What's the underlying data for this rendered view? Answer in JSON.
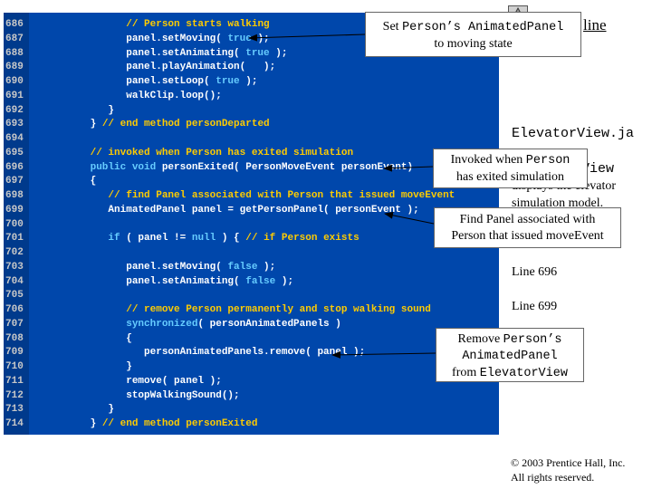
{
  "code": {
    "line_numbers": [
      "686",
      "687",
      "688",
      "689",
      "690",
      "691",
      "692",
      "693",
      "694",
      "695",
      "696",
      "697",
      "698",
      "699",
      "700",
      "701",
      "702",
      "703",
      "704",
      "705",
      "706",
      "707",
      "708",
      "709",
      "710",
      "711",
      "712",
      "713",
      "714"
    ],
    "lines": [
      [
        {
          "t": "            "
        },
        {
          "t": "// Person starts walking",
          "c": "c"
        }
      ],
      [
        {
          "t": "            panel.setMoving( "
        },
        {
          "t": "true",
          "c": "k"
        },
        {
          "t": " );"
        }
      ],
      [
        {
          "t": "            panel.setAnimating( "
        },
        {
          "t": "true",
          "c": "k"
        },
        {
          "t": " );"
        }
      ],
      [
        {
          "t": "            panel.playAnimation(   );"
        }
      ],
      [
        {
          "t": "            panel.setLoop( "
        },
        {
          "t": "true",
          "c": "k"
        },
        {
          "t": " );"
        }
      ],
      [
        {
          "t": "            walkClip.loop();"
        }
      ],
      [
        {
          "t": "         }"
        }
      ],
      [
        {
          "t": "      } "
        },
        {
          "t": "// end method personDeparted",
          "c": "c"
        }
      ],
      [
        {
          "t": ""
        }
      ],
      [
        {
          "t": "      "
        },
        {
          "t": "// invoked when Person has exited simulation",
          "c": "c"
        }
      ],
      [
        {
          "t": "      "
        },
        {
          "t": "public void",
          "c": "k"
        },
        {
          "t": " personExited( PersonMoveEvent personEvent)"
        }
      ],
      [
        {
          "t": "      {"
        }
      ],
      [
        {
          "t": "         "
        },
        {
          "t": "// find Panel associated with Person that issued moveEvent",
          "c": "c"
        }
      ],
      [
        {
          "t": "         AnimatedPanel panel = getPersonPanel( personEvent );"
        }
      ],
      [
        {
          "t": ""
        }
      ],
      [
        {
          "t": "         "
        },
        {
          "t": "if",
          "c": "k"
        },
        {
          "t": " ( panel != "
        },
        {
          "t": "null",
          "c": "k"
        },
        {
          "t": " ) { "
        },
        {
          "t": "// if Person exists",
          "c": "c"
        }
      ],
      [
        {
          "t": ""
        }
      ],
      [
        {
          "t": "            panel.setMoving( "
        },
        {
          "t": "false",
          "c": "k"
        },
        {
          "t": " );"
        }
      ],
      [
        {
          "t": "            panel.setAnimating( "
        },
        {
          "t": "false",
          "c": "k"
        },
        {
          "t": " );"
        }
      ],
      [
        {
          "t": ""
        }
      ],
      [
        {
          "t": "            "
        },
        {
          "t": "// remove Person permanently and stop walking sound",
          "c": "c"
        }
      ],
      [
        {
          "t": "            "
        },
        {
          "t": "synchronized",
          "c": "k"
        },
        {
          "t": "( personAnimatedPanels )"
        }
      ],
      [
        {
          "t": "            {"
        }
      ],
      [
        {
          "t": "               personAnimatedPanels.remove( panel );"
        }
      ],
      [
        {
          "t": "            }"
        }
      ],
      [
        {
          "t": "            remove( panel );"
        }
      ],
      [
        {
          "t": "            stopWalkingSound();"
        }
      ],
      [
        {
          "t": "         }"
        }
      ],
      [
        {
          "t": "      } "
        },
        {
          "t": "// end method personExited",
          "c": "c"
        }
      ]
    ]
  },
  "callouts": {
    "c1": {
      "a": "Set ",
      "b": "Person’s Animated",
      "c": "Panel",
      "d": "to moving state"
    },
    "c2": {
      "a": "Invoked when ",
      "b": "Person",
      "c": "has exited simulation"
    },
    "c3": {
      "a": "Find Panel associated with",
      "b": "Person that issued moveEvent"
    },
    "c4": {
      "a": "Remove ",
      "b": "Person’s",
      "c": "AnimatedPanel",
      "d": "from ",
      "e": "ElevatorView"
    }
  },
  "side": {
    "outline_fragment": "line",
    "file_fragment": "ElevatorView.ja",
    "view_fragment": "View",
    "displays_fragment": "displays the elevator",
    "model_fragment": "simulation model.",
    "line696": "Line 696",
    "line699": "Line 699"
  },
  "footer": {
    "copyright": "© 2003 Prentice Hall, Inc.",
    "rights": "All rights reserved."
  }
}
